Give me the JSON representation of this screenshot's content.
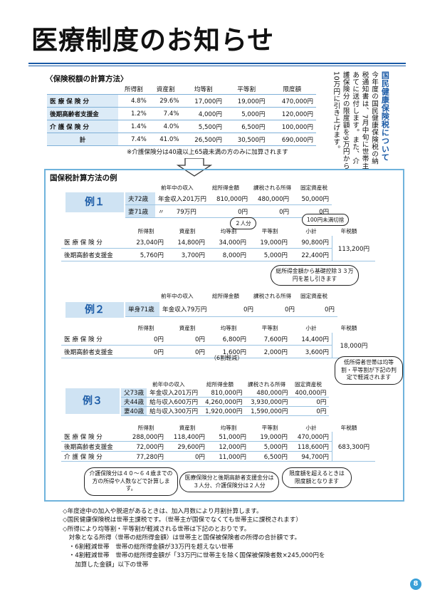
{
  "page": {
    "title": "医療制度のお知らせ",
    "page_number": "8"
  },
  "calc": {
    "heading": "〈保険税額の計算方法〉",
    "columns": [
      "所得割",
      "資産割",
      "均等割",
      "平等割",
      "限度額"
    ],
    "rows": [
      {
        "label": "医 療 保 険 分",
        "values": [
          "4.8%",
          "29.6%",
          "17,000円",
          "19,000円",
          "470,000円"
        ]
      },
      {
        "label": "後期高齢者支援金",
        "values": [
          "1.2%",
          "7.4%",
          "4,000円",
          "5,000円",
          "120,000円"
        ]
      },
      {
        "label": "介 護 保 険 分",
        "values": [
          "1.4%",
          "4.0%",
          "5,500円",
          "6,500円",
          "100,000円"
        ]
      },
      {
        "label": "計",
        "values": [
          "7.4%",
          "41.0%",
          "26,500円",
          "30,500円",
          "690,000円"
        ]
      }
    ],
    "footnote": "※介護保険分は40歳以上65歳未満の方のみに加算されます"
  },
  "side": {
    "heading": "国民健康保険税について",
    "body": "今年度の国民健康保険税の納税通知書は、7月中旬に世帯主あてに送付します。また、介護保険分の限度額を9万円から10万円に引き上げます。"
  },
  "examples": {
    "heading": "国保税計算方法の例",
    "col_headers": [
      "前年中の収入",
      "総所得金額",
      "課税される所得",
      "固定資産税"
    ],
    "calc_headers": [
      "所得割",
      "資産割",
      "均等割",
      "平等割",
      "小計",
      "年税額"
    ],
    "ex1": {
      "label": "例１",
      "members": [
        {
          "who": "夫72歳",
          "income": "年金収入201万円",
          "total": "810,000円",
          "taxable": "480,000円",
          "fixed": "50,000円"
        },
        {
          "who": "妻71歳",
          "income": "〃　　79万円",
          "total": "0円",
          "taxable": "0円",
          "fixed": "0円"
        }
      ],
      "calc": [
        {
          "label": "医 療 保 険 分",
          "values": [
            "23,040円",
            "14,800円",
            "34,000円",
            "19,000円",
            "90,800円"
          ]
        },
        {
          "label": "後期高齢者支援金",
          "values": [
            "5,760円",
            "3,700円",
            "8,000円",
            "5,000円",
            "22,400円"
          ]
        }
      ],
      "annual": "113,200円",
      "bubble_2": "２人分",
      "bubble_round": "100円未満切捨"
    },
    "ex2": {
      "label": "例２",
      "member": {
        "who": "単身71歳",
        "income": "年金収入79万円",
        "total": "0円",
        "taxable": "0円",
        "fixed": "0円"
      },
      "bubble_deduct": "総所得金額から基礎控除３３万円を差し引きます",
      "calc": [
        {
          "label": "医 療 保 険 分",
          "values": [
            "0円",
            "0円",
            "6,800円",
            "7,600円",
            "14,400円"
          ]
        },
        {
          "label": "後期高齢者支援金",
          "values": [
            "0円",
            "0円",
            "1,600円",
            "2,000円",
            "3,600円"
          ]
        }
      ],
      "annual": "18,000円",
      "note_reduce": "（6割軽減）",
      "bubble_low": "低所得者世帯は均等割・平等割が下記の判定で軽減されます"
    },
    "ex3": {
      "label": "例３",
      "members": [
        {
          "who": "父73歳",
          "income": "年金収入201万円",
          "total": "810,000円",
          "taxable": "480,000円",
          "fixed": "400,000円"
        },
        {
          "who": "夫44歳",
          "income": "給与収入600万円",
          "total": "4,260,000円",
          "taxable": "3,930,000円",
          "fixed": "0円"
        },
        {
          "who": "妻40歳",
          "income": "給与収入300万円",
          "total": "1,920,000円",
          "taxable": "1,590,000円",
          "fixed": "0円"
        }
      ],
      "calc": [
        {
          "label": "医 療 保 険 分",
          "values": [
            "288,000円",
            "118,400円",
            "51,000円",
            "19,000円",
            "470,000円"
          ]
        },
        {
          "label": "後期高齢者支援金",
          "values": [
            "72,000円",
            "29,600円",
            "12,000円",
            "5,000円",
            "118,600円"
          ]
        },
        {
          "label": "介 護 保 険 分",
          "values": [
            "77,280円",
            "0円",
            "11,000円",
            "6,500円",
            "94,700円"
          ]
        }
      ],
      "annual": "683,300円",
      "bubble_care": "介護保険分は４０〜６４歳までの方の所得や人数などで計算します。",
      "bubble_count": "医療保険分と後期高齢者支援金分は３人分、介護保険分は２人分",
      "bubble_limit": "限度額を超えるときは限度額となります"
    }
  },
  "notes": [
    "◇年度途中の加入や脱退があるときは、加入月数により月割計算します。",
    "◇国民健康保険税は世帯主課税です。（世帯主が国保でなくても世帯主に課税されます）",
    "◇所得により均等割・平等割が軽減される世帯は下記のとおりです。",
    "　対象となる所得（世帯の総所得金額）は世帯主と国保被保険者の所得の合計額です。",
    "　・6割軽減世帯　世帯の総所得金額が33万円を超えない世帯",
    "　・4割軽減世帯　世帯の総所得金額が「33万円に世帯主を除く国保被保険者数×245,000円を",
    "　　加算した金額」以下の世帯"
  ],
  "colors": {
    "accent": "#1a5aa6",
    "frame": "#6fb3dc",
    "label_bg": "#cfe3f3",
    "page_circle": "#3aa0d8"
  }
}
